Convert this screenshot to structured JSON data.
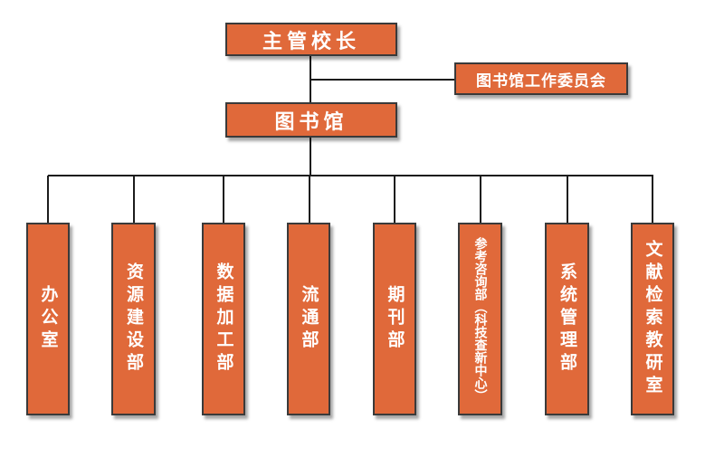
{
  "colors": {
    "box_fill": "#e0693a",
    "box_border": "#3a3a3a",
    "connector": "#1c1c1c",
    "text": "#ffffff"
  },
  "top": {
    "label": "主管校长"
  },
  "committee": {
    "label": "图书馆工作委员会"
  },
  "library": {
    "label": "图书馆"
  },
  "departments": [
    {
      "label": "办公室"
    },
    {
      "label": "资源建设部"
    },
    {
      "label": "数据加工部"
    },
    {
      "label": "流通部"
    },
    {
      "label": "期刊部"
    },
    {
      "label": "参考咨询部（科技查新中心）"
    },
    {
      "label": "系统管理部"
    },
    {
      "label": "文献检索教研室"
    }
  ]
}
